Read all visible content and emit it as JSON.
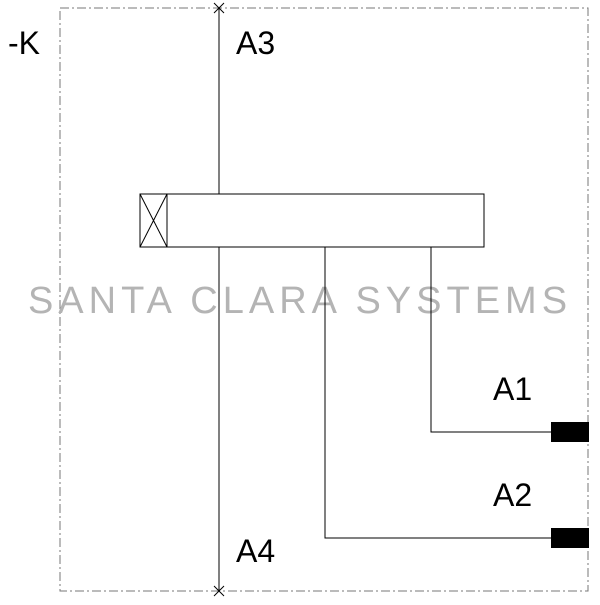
{
  "diagram": {
    "device_tag": "-K",
    "terminals": {
      "a3": "A3",
      "a4": "A4",
      "a1": "A1",
      "a2": "A2"
    }
  },
  "watermark": {
    "text": "SANTA CLARA SYSTEMS",
    "color": "#b4b4b4"
  },
  "colors": {
    "line": "#000000",
    "border": "#777777",
    "background": "#ffffff"
  }
}
